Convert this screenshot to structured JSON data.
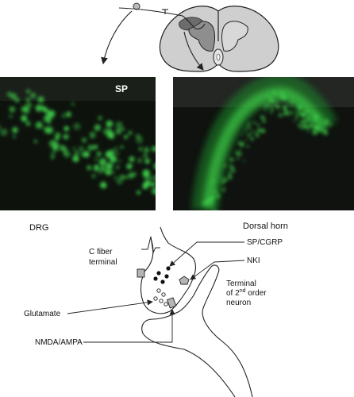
{
  "panels": {
    "left_label": "SP",
    "drg_label": "DRG",
    "dorsal_label": "Dorsal horn"
  },
  "synapse": {
    "c_fiber_line1": "C fiber",
    "c_fiber_line2": "terminal",
    "sp_cgrp": "SP/CGRP",
    "nk1": "NKI",
    "terminal_line1": "Terminal",
    "terminal_line2_prefix": "of 2",
    "terminal_line2_sup": "nd",
    "terminal_line2_suffix": " order",
    "terminal_line3": "neuron",
    "glutamate": "Glutamate",
    "nmda_ampa": "NMDA/AMPA"
  },
  "colors": {
    "fluorescence": "#3fd24a",
    "micrograph_bg": "#0d120d",
    "cord_fill": "#cfcfcf",
    "gray_matter": "#8e8e8e"
  }
}
